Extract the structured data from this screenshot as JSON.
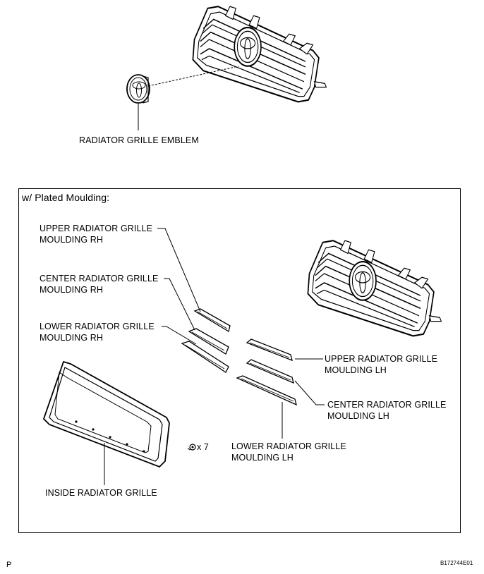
{
  "top": {
    "emblem_label": "RADIATOR GRILLE EMBLEM"
  },
  "panel": {
    "title": "w/ Plated Moulding:",
    "labels": {
      "upper_rh": [
        "UPPER RADIATOR GRILLE",
        "MOULDING RH"
      ],
      "center_rh": [
        "CENTER RADIATOR GRILLE",
        "MOULDING RH"
      ],
      "lower_rh": [
        "LOWER RADIATOR GRILLE",
        "MOULDING RH"
      ],
      "upper_lh": [
        "UPPER RADIATOR GRILLE",
        "MOULDING LH"
      ],
      "center_lh": [
        "CENTER RADIATOR GRILLE",
        "MOULDING LH"
      ],
      "lower_lh": [
        "LOWER RADIATOR GRILLE",
        "MOULDING LH"
      ],
      "inside": "INSIDE RADIATOR GRILLE",
      "clip_count": "x 7"
    }
  },
  "footer": {
    "left_mark": "P",
    "figure_code": "B172744E01"
  }
}
